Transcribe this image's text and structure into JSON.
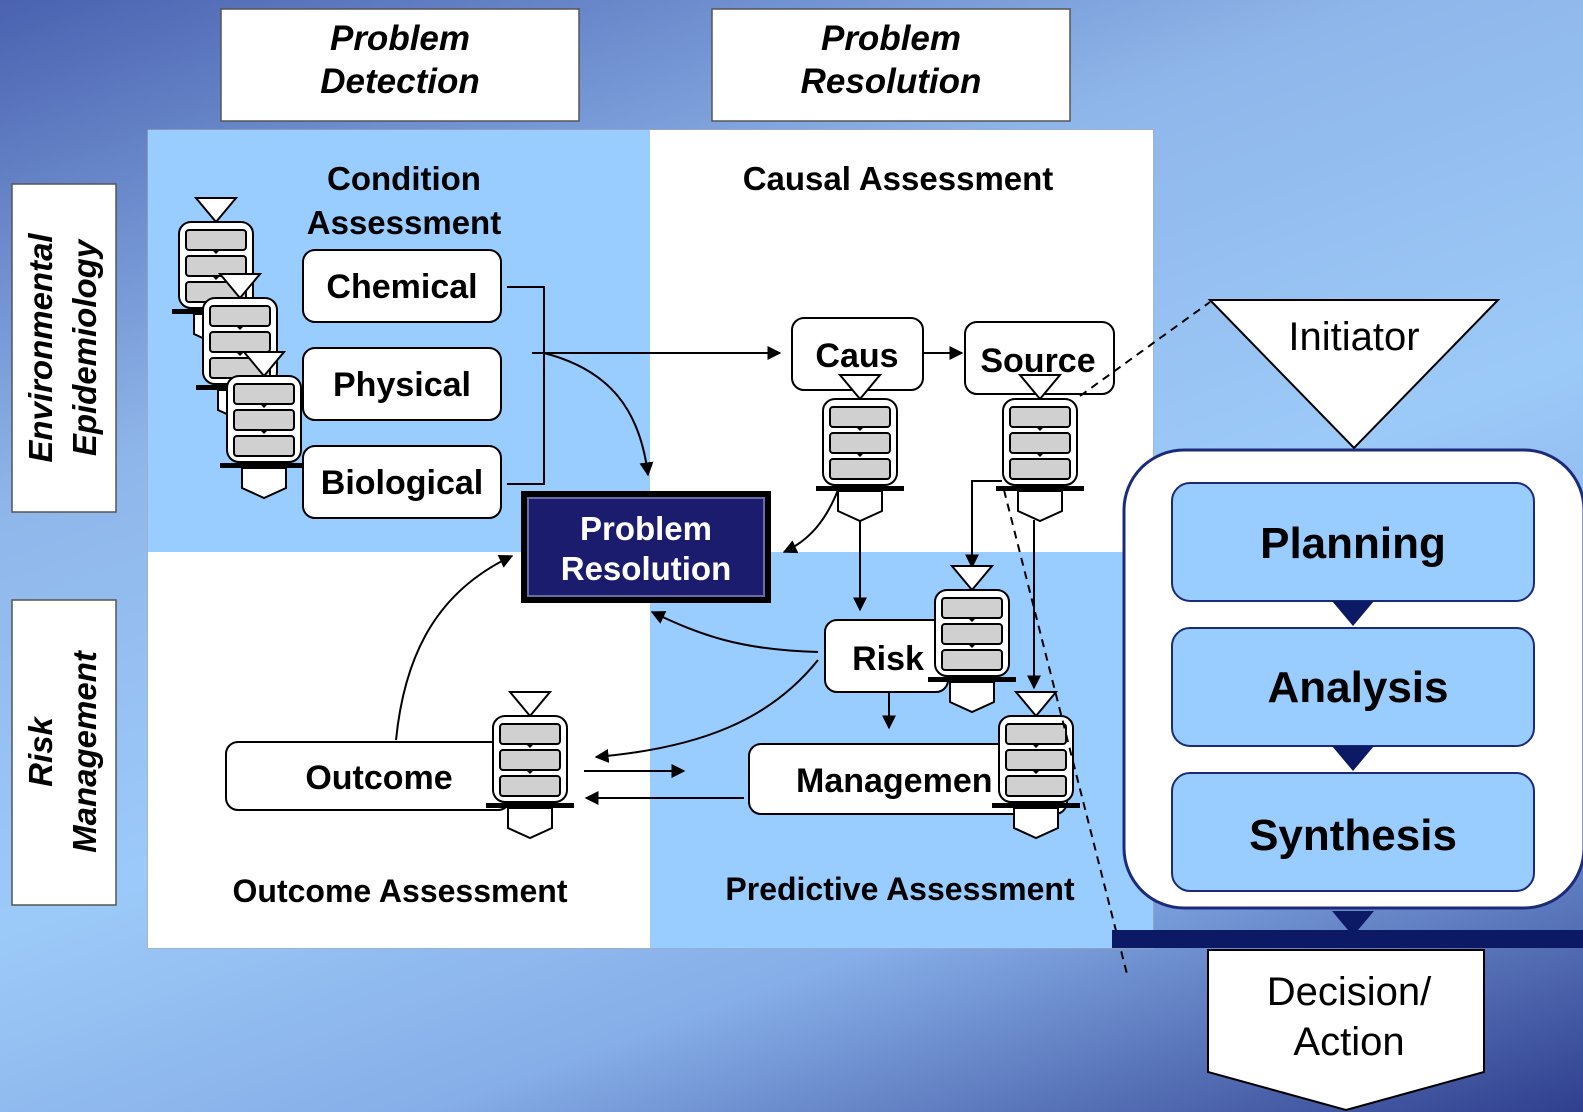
{
  "column_headers": {
    "detection": [
      "Problem",
      "Detection"
    ],
    "resolution": [
      "Problem",
      "Resolution"
    ]
  },
  "row_headers": {
    "top": [
      "Environmental",
      "Epidemiology"
    ],
    "bottom": [
      "Risk",
      "Management"
    ]
  },
  "quadrants": {
    "condition": [
      "Condition",
      "Assessment"
    ],
    "causal": "Causal Assessment",
    "outcome": "Outcome Assessment",
    "predictive": "Predictive Assessment"
  },
  "condition_items": [
    "Chemical",
    "Physical",
    "Biological"
  ],
  "center": [
    "Problem",
    "Resolution"
  ],
  "nodes": {
    "caus": "Caus",
    "source": "Source",
    "risk": "Risk",
    "outcome": "Outcome",
    "management": "Managemen"
  },
  "process": {
    "initiator": "Initiator",
    "steps": [
      "Planning",
      "Analysis",
      "Synthesis"
    ],
    "decision": [
      "Decision/",
      "Action"
    ]
  },
  "colors": {
    "panel_blue": "#99ccff",
    "center_box": "#1c1c6e",
    "step_fill": "#99ccff",
    "dark_bar": "#0c1a66"
  }
}
